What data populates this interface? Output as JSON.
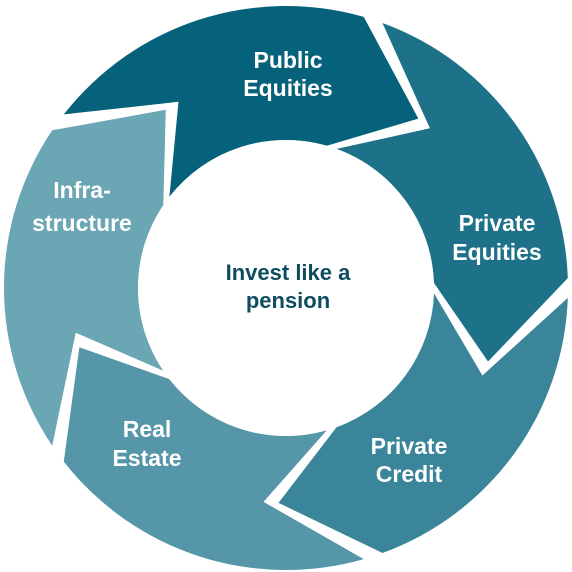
{
  "center": {
    "line1": "Invest like a",
    "line2": "pension"
  },
  "segments": [
    {
      "line1": "Public",
      "line2": "Equities",
      "color": "#06627a"
    },
    {
      "line1": "Private",
      "line2": "Equities",
      "color": "#1d7189"
    },
    {
      "line1": "Private",
      "line2": "Credit",
      "color": "#3a8599"
    },
    {
      "line1": "Real",
      "line2": "Estate",
      "color": "#5596a8"
    },
    {
      "line1": "Infra-",
      "line2": "structure",
      "color": "#6aa6b4"
    }
  ],
  "center_color": "#0d4d5f",
  "background": "#ffffff"
}
